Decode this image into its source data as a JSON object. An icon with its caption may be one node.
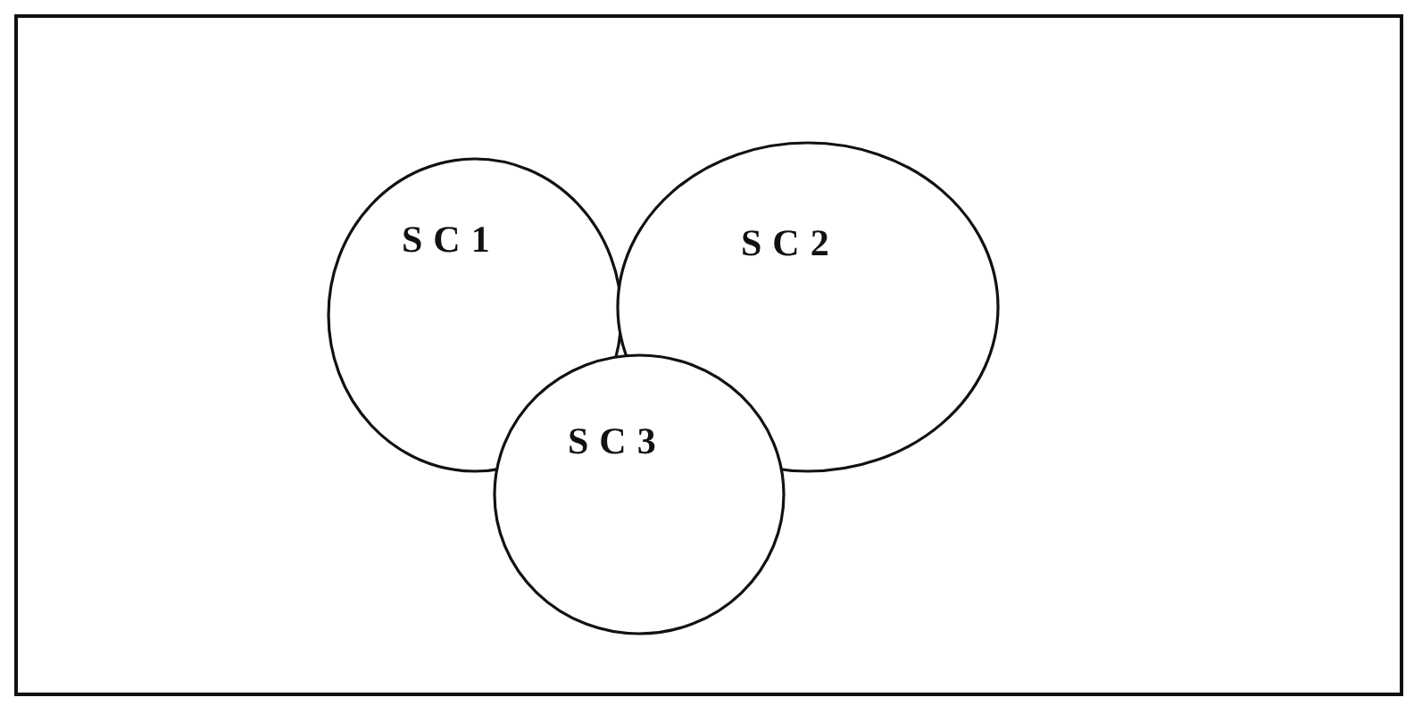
{
  "diagram": {
    "nodes": [
      {
        "text": [
          "SC1"
        ]
      },
      {
        "text": [
          "SC2"
        ]
      },
      {
        "text": [
          "SC3"
        ]
      }
    ]
  }
}
